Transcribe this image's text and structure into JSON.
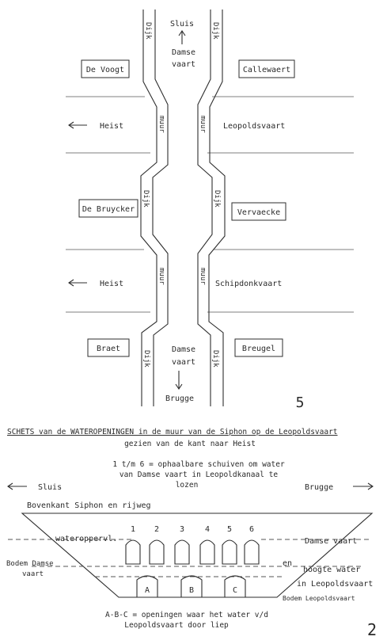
{
  "map": {
    "top_label": "Sluis",
    "canal_top": [
      "Damse",
      "vaart"
    ],
    "canal_bottom": [
      "Damse",
      "vaart"
    ],
    "bottom_label": "Brugge",
    "dike_label": "Dijk",
    "wall_label": "muur",
    "boxes": {
      "de_voogt": "De Voogt",
      "callewaert": "Callewaert",
      "de_bruycker": "De Bruycker",
      "vervaecke": "Vervaecke",
      "braet": "Braet",
      "breugel": "Breugel"
    },
    "heist_label": "Heist",
    "leopoldsvaart": "Leopoldsvaart",
    "schipdonkvaart": "Schipdonkvaart",
    "figure_number": "5"
  },
  "sketch": {
    "title": "SCHETS van de WATEROPENINGEN in de muur van de Siphon op de Leopoldsvaart",
    "subtitle": "gezien van de kant naar Heist",
    "note_lines": [
      "1 t/m 6 = ophaalbare schuiven om water",
      "van Damse vaart in Leopoldkanaal te",
      "lozen"
    ],
    "left_label": "Sluis",
    "right_label": "Brugge",
    "top_edge": "Bovenkant Siphon en rijweg",
    "water_surface": "wateroppervl.",
    "damse_vaart": "Damse vaart",
    "bodem_damse": [
      "Bodem Damse",
      "vaart"
    ],
    "hoogte_water": [
      "en",
      "hoogte water",
      "in Leopoldsvaart"
    ],
    "bodem_leopold": "Bodem Leopoldsvaart",
    "gate_numbers": [
      "1",
      "2",
      "3",
      "4",
      "5",
      "6"
    ],
    "openings": [
      "A",
      "B",
      "C"
    ],
    "footer_lines": [
      "A-B-C = openingen waar het water v/d",
      "Leopoldsvaart door liep"
    ],
    "page_number": "2"
  }
}
